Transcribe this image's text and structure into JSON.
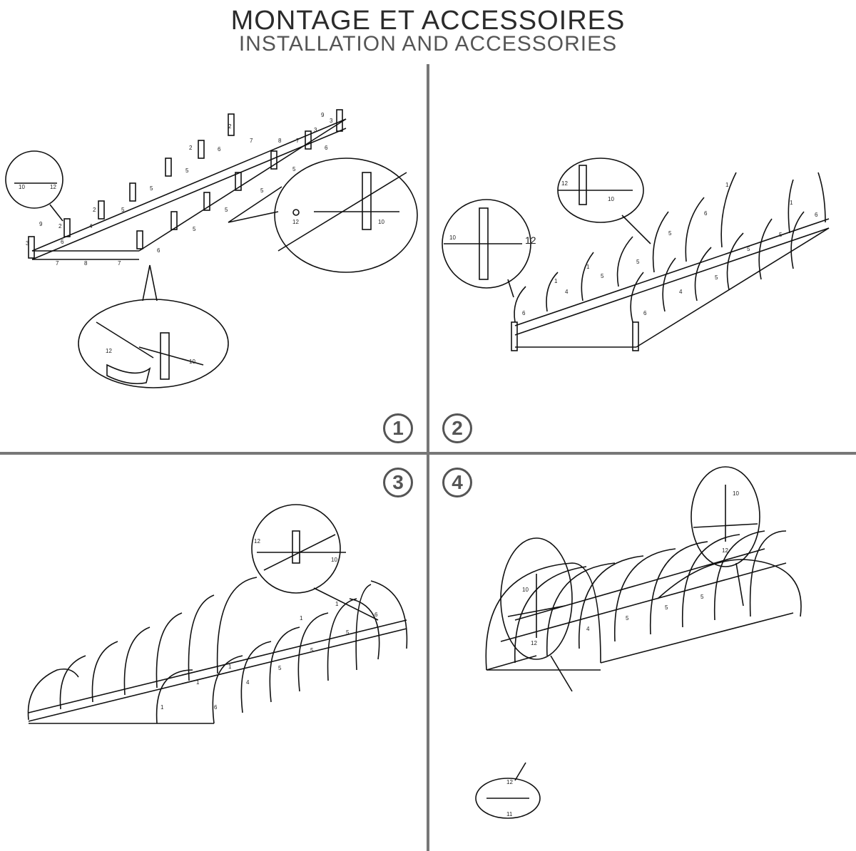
{
  "header": {
    "title_fr": "MONTAGE ET ACCESSOIRES",
    "title_en": "INSTALLATION AND ACCESSORIES"
  },
  "steps": [
    {
      "number": "1"
    },
    {
      "number": "2"
    },
    {
      "number": "3"
    },
    {
      "number": "4"
    }
  ],
  "part_labels": {
    "p1": "1",
    "p2": "2",
    "p3": "3",
    "p4": "4",
    "p5": "5",
    "p6": "6",
    "p7": "7",
    "p8": "8",
    "p9": "9",
    "p10": "10",
    "p11": "11",
    "p12": "12"
  }
}
